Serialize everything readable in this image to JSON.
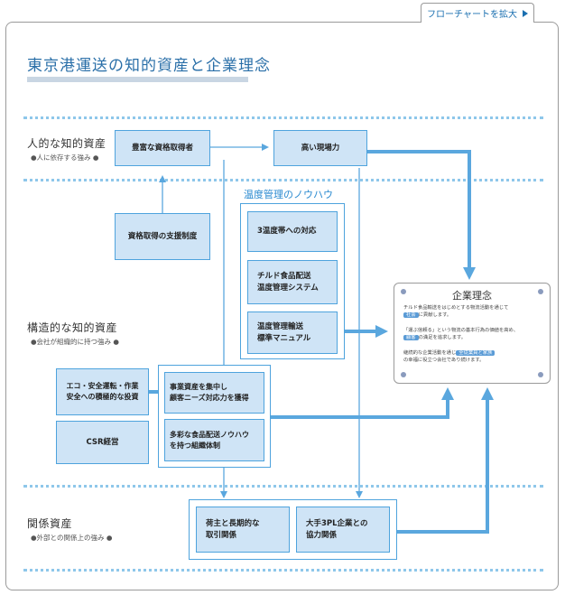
{
  "top_tab": {
    "label": "フローチャートを拡大"
  },
  "title": "東京港運送の知的資産と企業理念",
  "categories": [
    {
      "main": "人的な知的資産",
      "sub": "●人に依存する強み ●"
    },
    {
      "main": "構造的な知的資産",
      "sub": "●会社が組織的に持つ強み ●"
    },
    {
      "main": "関係資産",
      "sub": "●外部との関係上の強み ●"
    }
  ],
  "boxes": {
    "qualified": "豊富な資格取得者",
    "high_site": "高い現場力",
    "support": "資格取得の支援制度",
    "eco": "エコ・安全運転・作業\n安全への積極的な投資",
    "csr": "CSR経営",
    "focus": "事業資産を集中し\n顧客ニーズ対応力を獲得",
    "knowhow": "多彩な食品配送ノウハウ\nを持つ組織体制",
    "shipper": "荷主と長期的な\n取引関係",
    "partner": "大手3PL企業との\n協力関係"
  },
  "temp": {
    "title": "温度管理のノウハウ",
    "items": [
      "3温度帯への対応",
      "チルド食品配送\n温度管理システム",
      "温度管理輸送\n標準マニュアル"
    ]
  },
  "philosophy": {
    "title": "企業理念",
    "p1_pre": "チルド食品輸送をはじめとする物流活動を通じて",
    "p1_hl": "社会",
    "p1_post": "に貢献します。",
    "p2_pre": "「運ぶ信頼る」という物流の基本行為の価値を高め、",
    "p2_hl": "顧客",
    "p2_post": "の満足を追求します。",
    "p3_pre": "継続的な企業活動を通じ",
    "p3_hl": "全従業員と家族",
    "p3_post": "の幸福に役立つ会社であり続けます。"
  },
  "colors": {
    "accent": "#4ea3dd",
    "box_fill": "#cfe4f6",
    "arrow": "#5aa7de",
    "title": "#2a6fa8"
  }
}
